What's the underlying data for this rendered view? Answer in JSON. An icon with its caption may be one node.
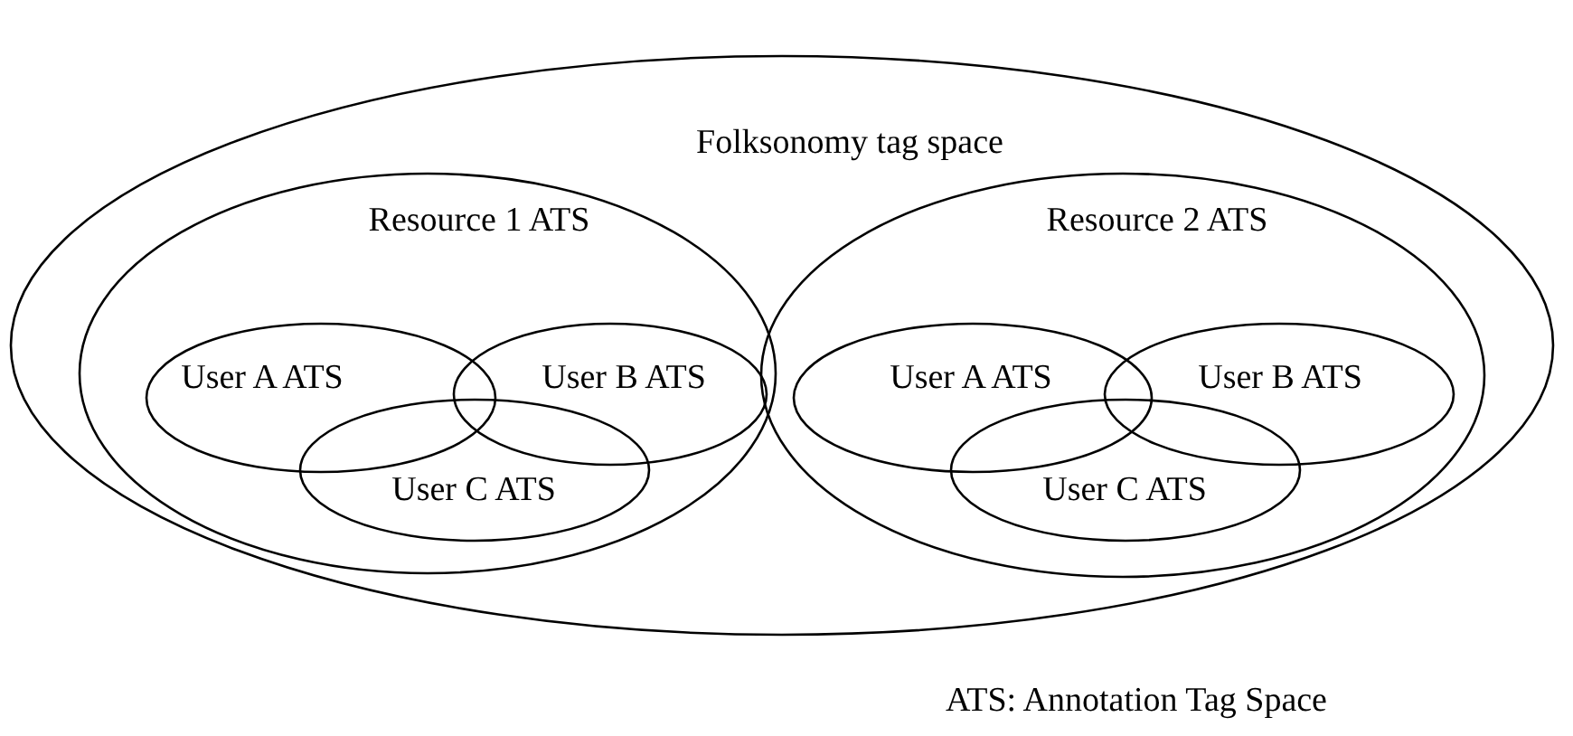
{
  "diagram": {
    "nodes": [
      {
        "text": [
          "Folksonomy tag space"
        ]
      },
      {
        "text": [
          "Resource 1 ATS"
        ],
        "in": 0
      },
      {
        "text": [
          "User A ATS"
        ],
        "in": 1
      },
      {
        "text": [
          "User B ATS"
        ],
        "in": 1
      },
      {
        "text": [
          "User C ATS"
        ],
        "in": 1
      },
      {
        "text": [
          "Resource 2 ATS"
        ],
        "in": 0
      },
      {
        "text": [
          "User A ATS"
        ],
        "in": 5
      },
      {
        "text": [
          "User B ATS"
        ],
        "in": 5
      },
      {
        "text": [
          "User C ATS"
        ],
        "in": 5
      }
    ],
    "edges": [],
    "labels": [
      "ATS: Annotation Tag Space"
    ]
  }
}
